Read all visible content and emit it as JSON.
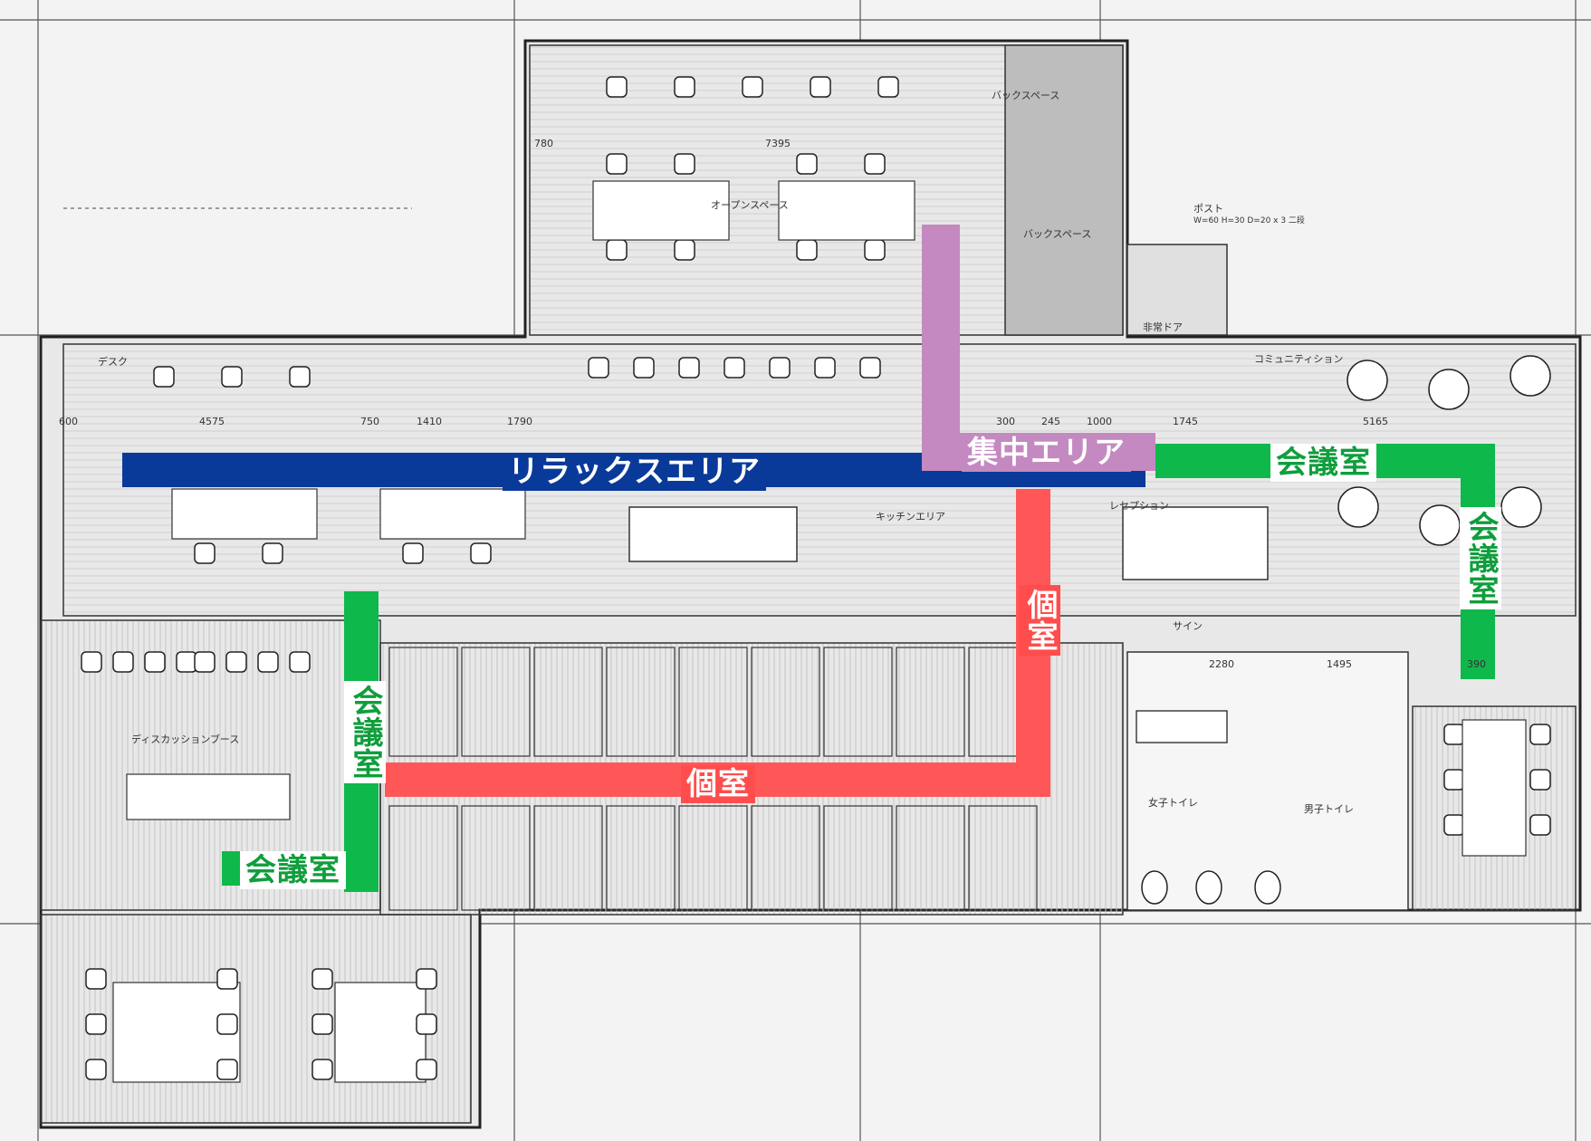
{
  "zones": {
    "relax": "リラックスエリア",
    "focus": "集中エリア",
    "meeting_top_right": "会議室",
    "meeting_right_vertical": "会議室",
    "meeting_left_vertical": "会議室",
    "meeting_left_horizontal": "会議室",
    "private_vertical": "個室",
    "private_horizontal": "個室"
  },
  "plan_labels": {
    "back_space_1": "バックスペース",
    "back_space_2": "バックスペース",
    "open_space": "オープンスペース",
    "kitchen_area": "キッチンエリア",
    "reception": "レセプション",
    "sign": "サイン",
    "community": "コミュニティション",
    "discussion": "ディスカッションブース",
    "womens_toilet": "女子トイレ",
    "mens_toilet": "男子トイレ",
    "post": "ポスト",
    "post_spec": "W=60 H=30 D=20 x 3 二段",
    "desk": "デスク",
    "door": "非常ドア",
    "dims": [
      "780",
      "7395",
      "600",
      "4575",
      "750",
      "1410",
      "1790",
      "300",
      "245",
      "1000",
      "1745",
      "5165",
      "2280",
      "1495",
      "390"
    ]
  },
  "colors": {
    "relax": "#0a3a99",
    "focus": "#c389c0",
    "meeting": "#0fb84a",
    "private": "#ff5757"
  }
}
